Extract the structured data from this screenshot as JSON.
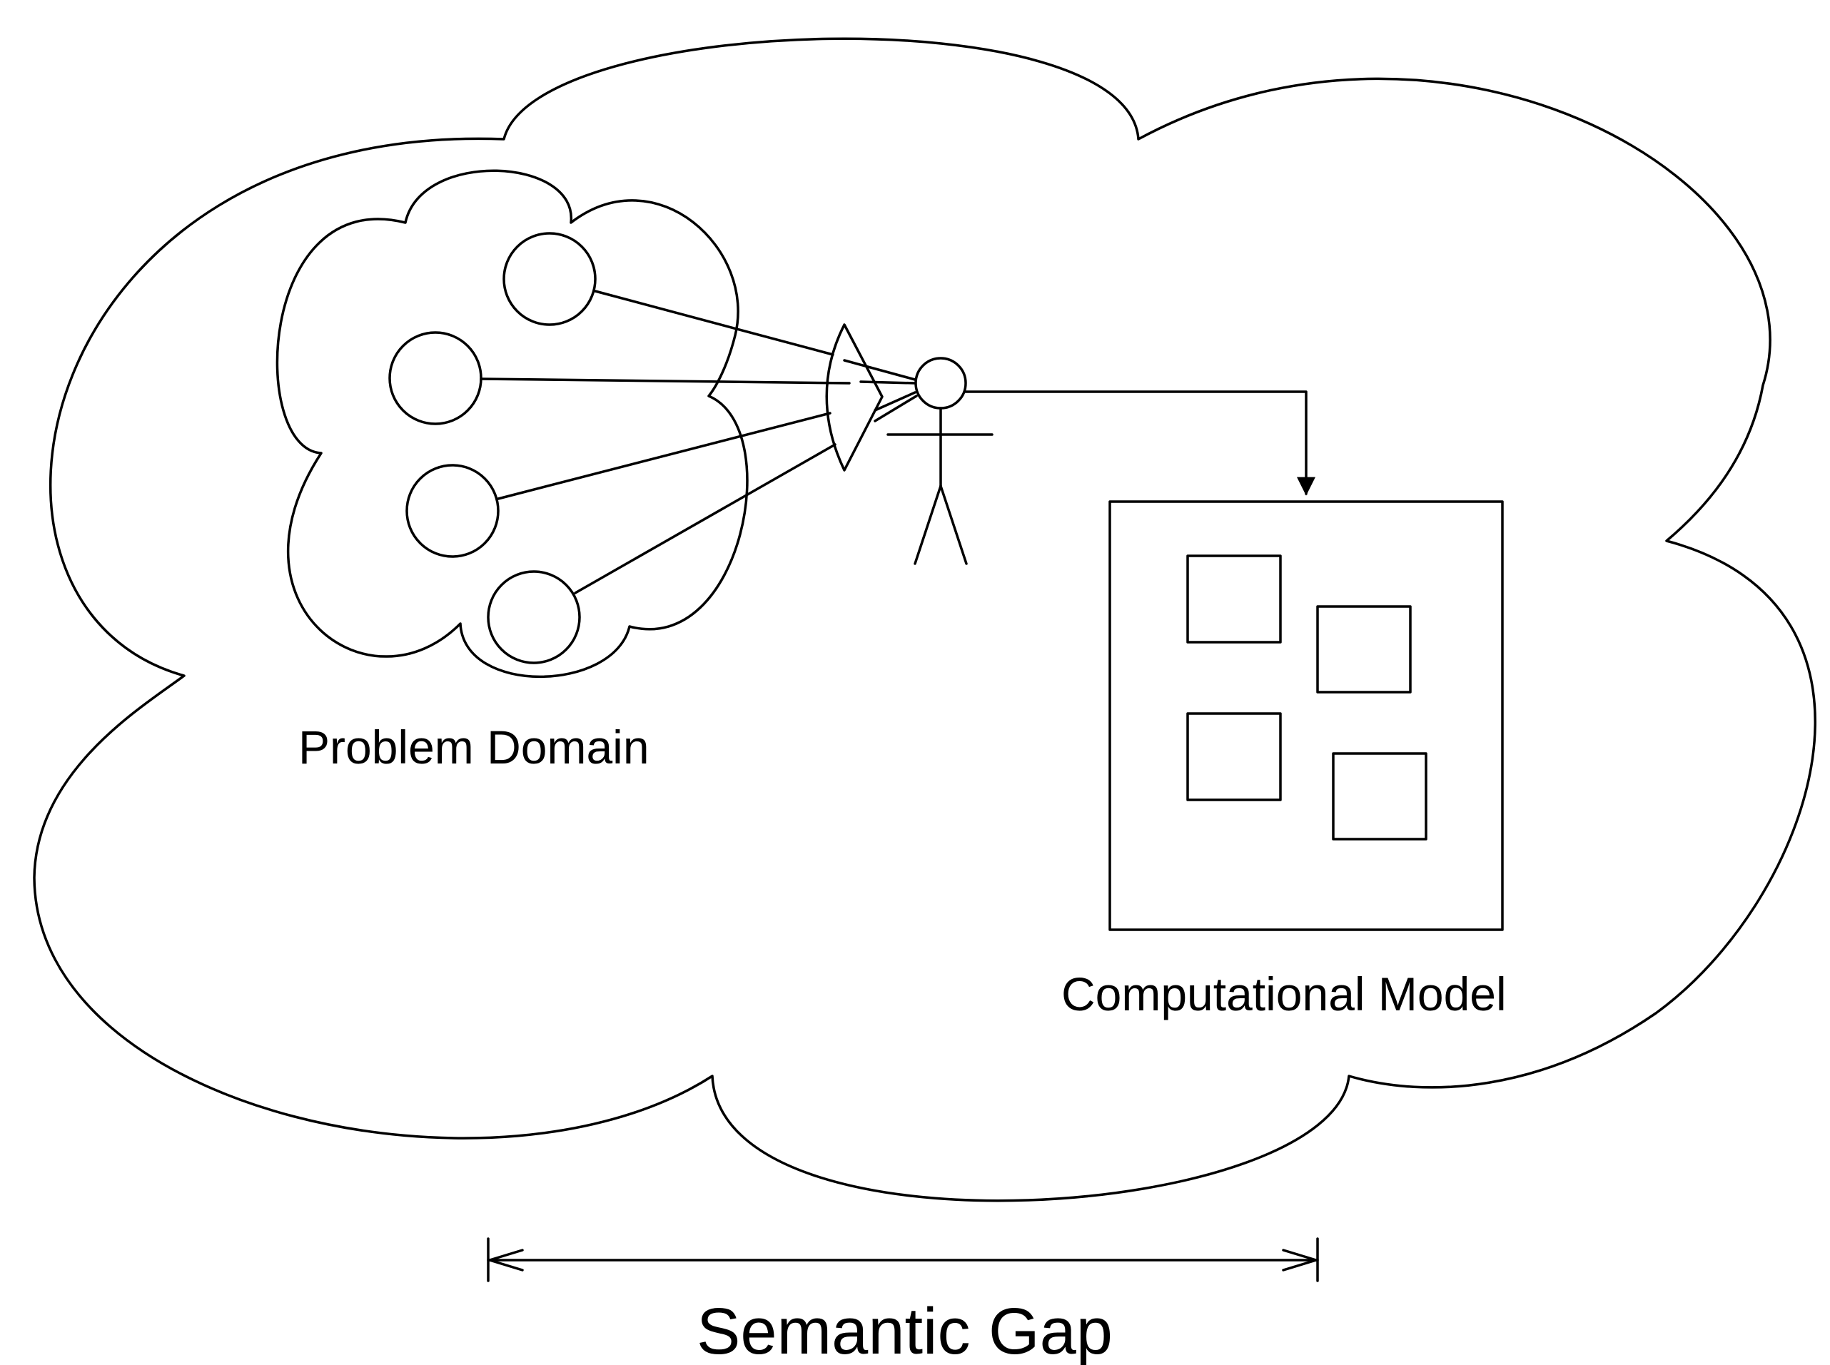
{
  "diagram": {
    "problem_domain_label": "Problem Domain",
    "computational_model_label": "Computational Model",
    "semantic_gap_label": "Semantic Gap",
    "stroke_color": "#000000",
    "background_color": "#ffffff",
    "elements": {
      "outer_region": "cloud",
      "problem_domain": {
        "shape": "cloud",
        "concept_nodes": 4
      },
      "observer": "stick-figure-icon",
      "lens": "lens-icon",
      "computational_model": {
        "shape": "box",
        "inner_blocks": 4
      },
      "flow": "observer-to-model-arrow",
      "gap_marker": "double-headed-arrow"
    }
  }
}
